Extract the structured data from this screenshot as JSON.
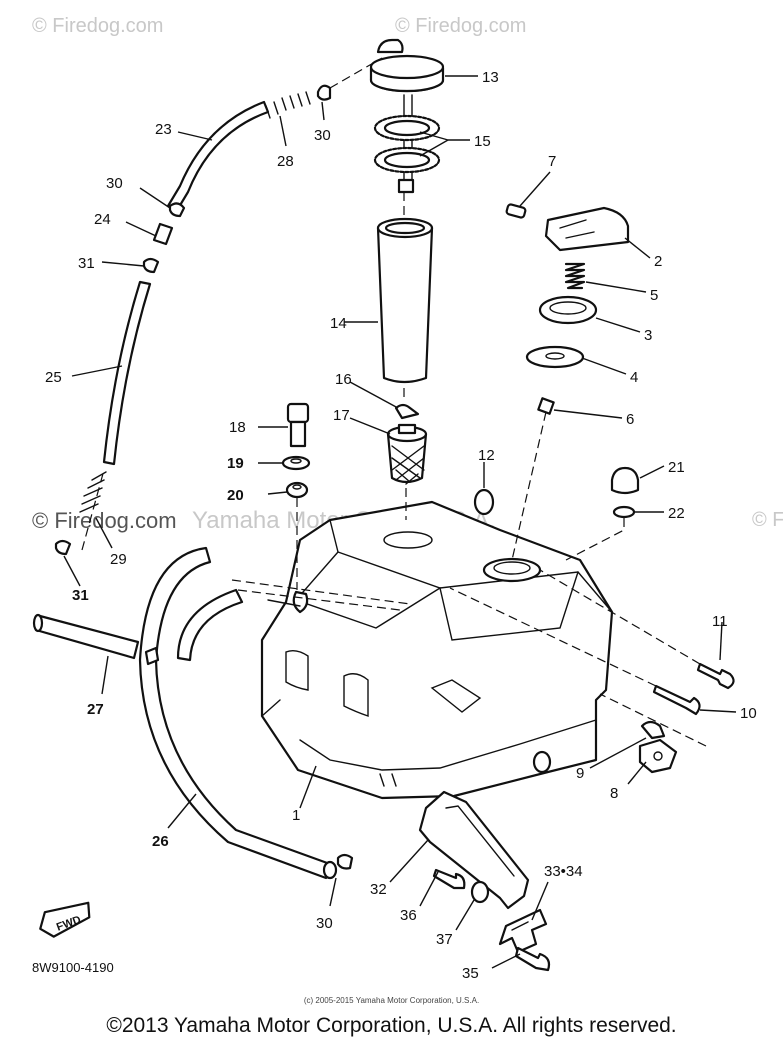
{
  "watermarks": {
    "site_tl": "© Firedog.com",
    "site_tr": "© Firedog.com",
    "site_mid": "© Firedog.com",
    "site_right": "© Fir",
    "corp": "Yamaha Motor Corp., U.S.A."
  },
  "drawing_number": "8W9100-4190",
  "fwd_label": "FWD",
  "small_copyright": "(c) 2005-2015 Yamaha Motor Corporation, U.S.A.",
  "copyright": "©2013 Yamaha Motor Corporation, U.S.A. All rights reserved.",
  "callouts": {
    "c1": "1",
    "c2": "2",
    "c3": "3",
    "c4": "4",
    "c5": "5",
    "c6": "6",
    "c7": "7",
    "c8": "8",
    "c9": "9",
    "c10": "10",
    "c11": "11",
    "c12": "12",
    "c13": "13",
    "c14": "14",
    "c15": "15",
    "c16": "16",
    "c17": "17",
    "c18": "18",
    "c19": "19",
    "c20": "20",
    "c21": "21",
    "c22": "22",
    "c23": "23",
    "c24": "24",
    "c25": "25",
    "c26": "26",
    "c27": "27",
    "c28": "28",
    "c29": "29",
    "c30a": "30",
    "c30b": "30",
    "c30c": "30",
    "c31a": "31",
    "c31b": "31",
    "c32": "32",
    "c33": "33•34",
    "c35": "35",
    "c36": "36",
    "c37": "37"
  }
}
